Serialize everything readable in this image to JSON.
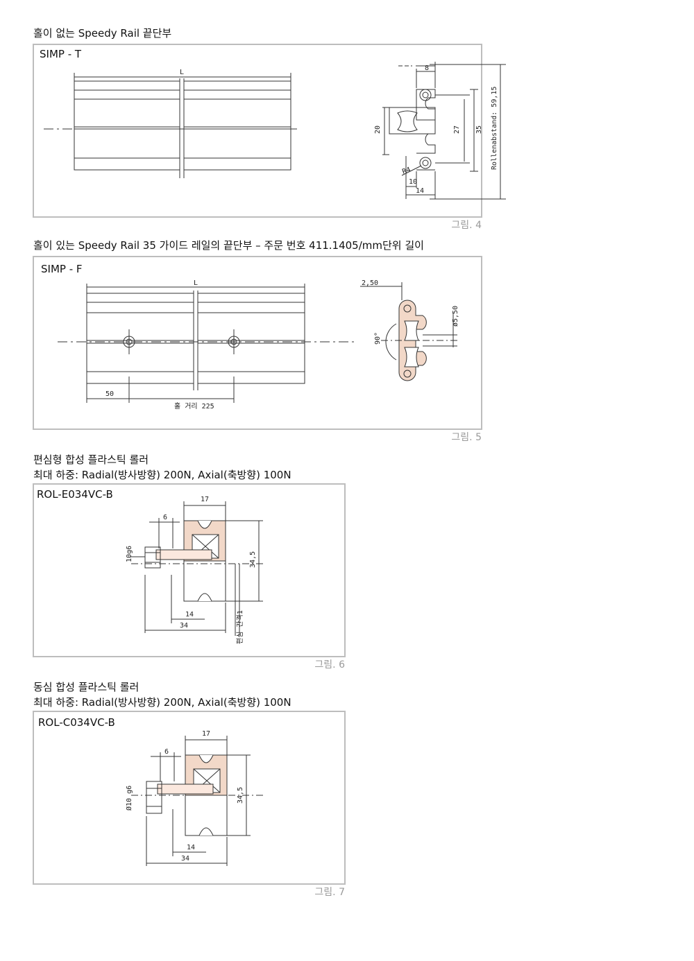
{
  "section1": {
    "heading": "홀이 없는 Speedy Rail 끝단부",
    "code": "SIMP - T",
    "caption": "그림. 4",
    "dims": {
      "length": "L",
      "d8": "8",
      "d20": "20",
      "d27": "27",
      "d35": "35",
      "d10": "10",
      "d14": "14",
      "radius": "R4",
      "roller_distance": "Rollenabstand: 59,15"
    }
  },
  "section2": {
    "heading": "홀이 있는 Speedy Rail 35 가이드 레일의 끝단부 – 주문 번호 411.1405/mm단위 길이",
    "code": "SIMP - F",
    "caption": "그림. 5",
    "dims": {
      "length": "L",
      "d50": "50",
      "hole_distance": "홀 거리 225",
      "d250": "2,50",
      "dia550": "ø5,50",
      "angle": "90°"
    }
  },
  "section3": {
    "heading_line1": "편심형 합성 플라스틱 롤러",
    "heading_line2": "최대 하중: Radial(방사방향) 200N, Axial(축방향) 100N",
    "code": "ROL-E034VC-B",
    "caption": "그림. 6",
    "dims": {
      "d17": "17",
      "d6": "6",
      "shaft": "10g6",
      "d345": "34,5",
      "d14": "14",
      "d34": "34",
      "eccentric": "편심 간격1"
    }
  },
  "section4": {
    "heading_line1": "동심 합성 플라스틱 롤러",
    "heading_line2": "최대 하중: Radial(방사방향) 200N, Axial(축방향) 100N",
    "code": "ROL-C034VC-B",
    "caption": "그림. 7",
    "dims": {
      "d17": "17",
      "d6": "6",
      "shaft": "Ø10 g6",
      "d345": "34,5",
      "d14": "14",
      "d34": "34"
    }
  }
}
